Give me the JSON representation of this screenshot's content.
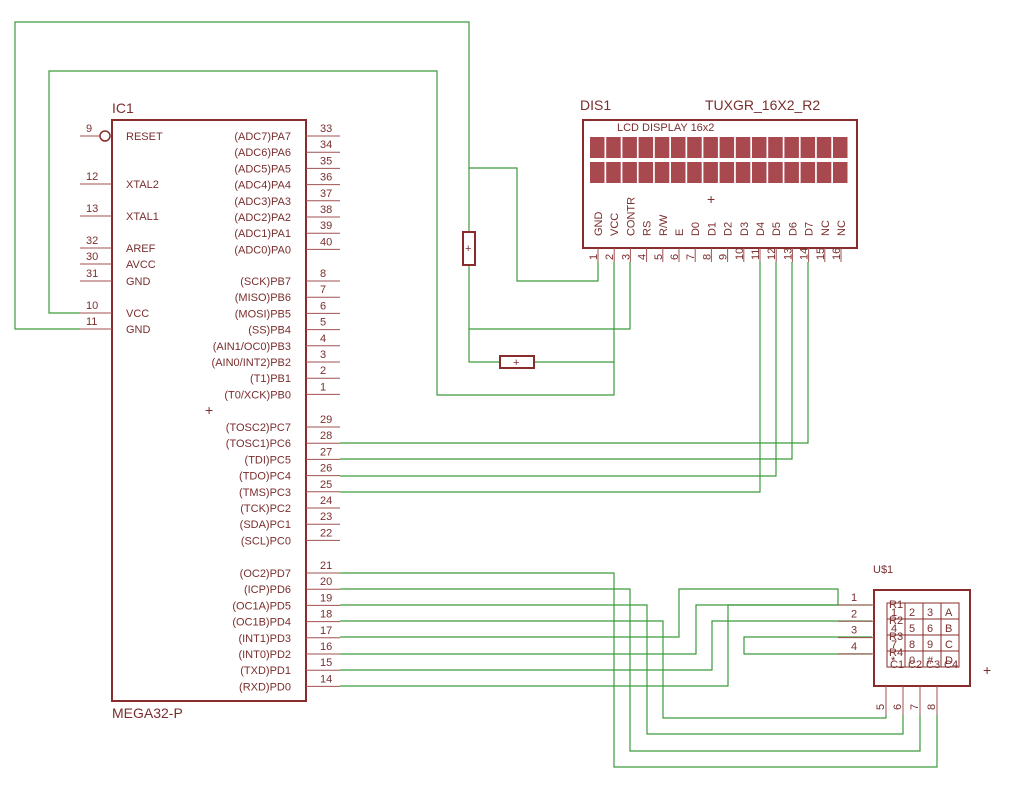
{
  "colors": {
    "symbol": "#8b2c2c",
    "text": "#7a2e2e",
    "wire": "#3c9a3c",
    "lcd_cell": "#a8484f"
  },
  "ic1": {
    "name": "IC1",
    "value": "MEGA32-P",
    "left_pins": [
      {
        "num": "9",
        "name": "RESET"
      },
      {
        "num": "12",
        "name": "XTAL2"
      },
      {
        "num": "13",
        "name": "XTAL1"
      },
      {
        "num": "32",
        "name": "AREF"
      },
      {
        "num": "30",
        "name": "AVCC"
      },
      {
        "num": "31",
        "name": "GND"
      },
      {
        "num": "10",
        "name": "VCC"
      },
      {
        "num": "11",
        "name": "GND"
      }
    ],
    "right_pins": [
      {
        "num": "33",
        "name": "(ADC7)PA7"
      },
      {
        "num": "34",
        "name": "(ADC6)PA6"
      },
      {
        "num": "35",
        "name": "(ADC5)PA5"
      },
      {
        "num": "36",
        "name": "(ADC4)PA4"
      },
      {
        "num": "37",
        "name": "(ADC3)PA3"
      },
      {
        "num": "38",
        "name": "(ADC2)PA2"
      },
      {
        "num": "39",
        "name": "(ADC1)PA1"
      },
      {
        "num": "40",
        "name": "(ADC0)PA0"
      },
      {
        "num": "8",
        "name": "(SCK)PB7"
      },
      {
        "num": "7",
        "name": "(MISO)PB6"
      },
      {
        "num": "6",
        "name": "(MOSI)PB5"
      },
      {
        "num": "5",
        "name": "(SS)PB4"
      },
      {
        "num": "4",
        "name": "(AIN1/OC0)PB3"
      },
      {
        "num": "3",
        "name": "(AIN0/INT2)PB2"
      },
      {
        "num": "2",
        "name": "(T1)PB1"
      },
      {
        "num": "1",
        "name": "(T0/XCK)PB0"
      },
      {
        "num": "29",
        "name": "(TOSC2)PC7"
      },
      {
        "num": "28",
        "name": "(TOSC1)PC6"
      },
      {
        "num": "27",
        "name": "(TDI)PC5"
      },
      {
        "num": "26",
        "name": "(TDO)PC4"
      },
      {
        "num": "25",
        "name": "(TMS)PC3"
      },
      {
        "num": "24",
        "name": "(TCK)PC2"
      },
      {
        "num": "23",
        "name": "(SDA)PC1"
      },
      {
        "num": "22",
        "name": "(SCL)PC0"
      },
      {
        "num": "21",
        "name": "(OC2)PD7"
      },
      {
        "num": "20",
        "name": "(ICP)PD6"
      },
      {
        "num": "19",
        "name": "(OC1A)PD5"
      },
      {
        "num": "18",
        "name": "(OC1B)PD4"
      },
      {
        "num": "17",
        "name": "(INT1)PD3"
      },
      {
        "num": "16",
        "name": "(INT0)PD2"
      },
      {
        "num": "15",
        "name": "(TXD)PD1"
      },
      {
        "num": "14",
        "name": "(RXD)PD0"
      }
    ]
  },
  "dis1": {
    "name": "DIS1",
    "value": "TUXGR_16X2_R2",
    "title": "LCD DISPLAY 16x2",
    "pins": [
      {
        "num": "1",
        "name": "GND"
      },
      {
        "num": "2",
        "name": "VCC"
      },
      {
        "num": "3",
        "name": "CONTR"
      },
      {
        "num": "4",
        "name": "RS"
      },
      {
        "num": "5",
        "name": "R/W"
      },
      {
        "num": "6",
        "name": "E"
      },
      {
        "num": "7",
        "name": "D0"
      },
      {
        "num": "8",
        "name": "D1"
      },
      {
        "num": "9",
        "name": "D2"
      },
      {
        "num": "10",
        "name": "D3"
      },
      {
        "num": "11",
        "name": "D4"
      },
      {
        "num": "12",
        "name": "D5"
      },
      {
        "num": "13",
        "name": "D6"
      },
      {
        "num": "14",
        "name": "D7"
      },
      {
        "num": "15",
        "name": "NC"
      },
      {
        "num": "16",
        "name": "NC"
      }
    ]
  },
  "keypad": {
    "name": "U$1",
    "left_pins": [
      "1",
      "2",
      "3",
      "4"
    ],
    "bottom_pins": [
      "5",
      "6",
      "7",
      "8"
    ],
    "keys": [
      "1",
      "2",
      "3",
      "A",
      "4",
      "5",
      "6",
      "B",
      "7",
      "8",
      "9",
      "C",
      "*",
      "0",
      "#",
      "D"
    ],
    "row_labels": [
      "R1",
      "R2",
      "R3",
      "R4"
    ],
    "col_labels": [
      "C1",
      "C2",
      "C3",
      "C4"
    ]
  },
  "origin_mark": "+",
  "pot_mark": "+"
}
